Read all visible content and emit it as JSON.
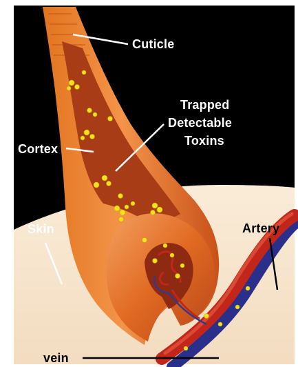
{
  "labels": {
    "cuticle": "Cuticle",
    "trapped_line1": "Trapped",
    "trapped_line2": "Detectable",
    "trapped_line3": "Toxins",
    "cortex": "Cortex",
    "skin": "Skin",
    "artery": "Artery",
    "vein": "vein"
  },
  "colors": {
    "background": "#000000",
    "skin": "#f7e6cf",
    "hair_outer": "#d9611c",
    "hair_inner": "#f08a3a",
    "cortex": "#b8441a",
    "toxin": "#f2e21a",
    "artery_red": "#c2261a",
    "vein_blue": "#2a2f8c"
  }
}
